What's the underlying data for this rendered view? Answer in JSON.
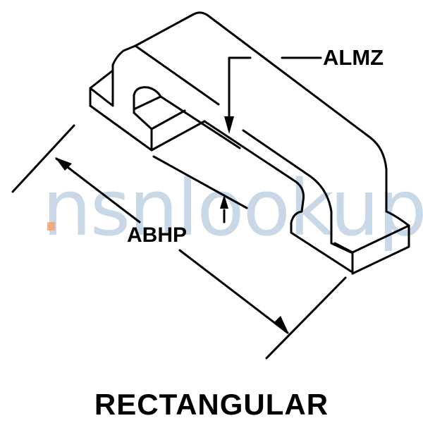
{
  "diagram": {
    "title": "RECTANGULAR",
    "labels": {
      "height_dimension": "ALMZ",
      "length_dimension": "ABHP"
    },
    "watermark": {
      "text": "nsnlookup",
      "color": "#b8cce0",
      "accent_color": "#f4a46a"
    },
    "line_color": "#000000"
  }
}
